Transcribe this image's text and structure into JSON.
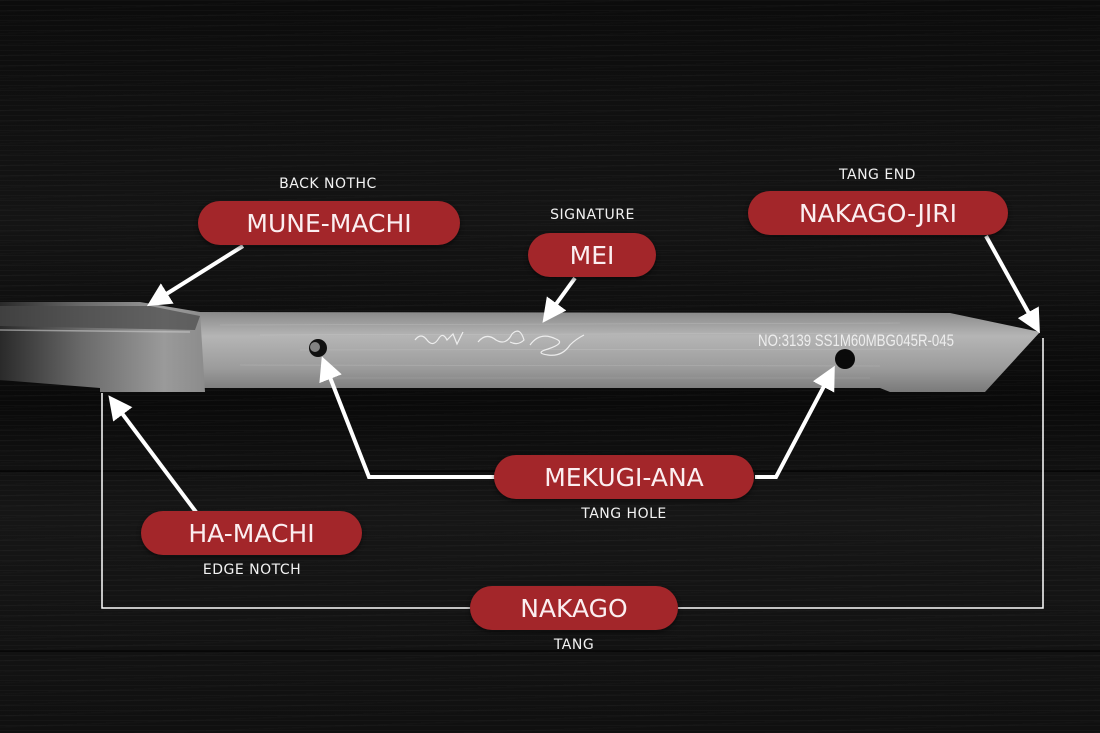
{
  "diagram": {
    "subject": "Japanese knife tang anatomy",
    "engraving": "NO:3139 SS1M60MBG045R-045",
    "colors": {
      "label_bg": "#a3262a",
      "label_text": "#fbeef0",
      "arrow": "#ffffff",
      "background": "#0f0f0f"
    },
    "labels": [
      {
        "id": "mune-machi",
        "term": "MUNE-MACHI",
        "caption": "BACK NOTHC"
      },
      {
        "id": "mei",
        "term": "MEI",
        "caption": "SIGNATURE"
      },
      {
        "id": "nakago-jiri",
        "term": "NAKAGO-JIRI",
        "caption": "TANG END"
      },
      {
        "id": "mekugi-ana",
        "term": "MEKUGI-ANA",
        "caption": "TANG HOLE"
      },
      {
        "id": "ha-machi",
        "term": "HA-MACHI",
        "caption": "EDGE NOTCH"
      },
      {
        "id": "nakago",
        "term": "NAKAGO",
        "caption": "TANG"
      }
    ]
  }
}
